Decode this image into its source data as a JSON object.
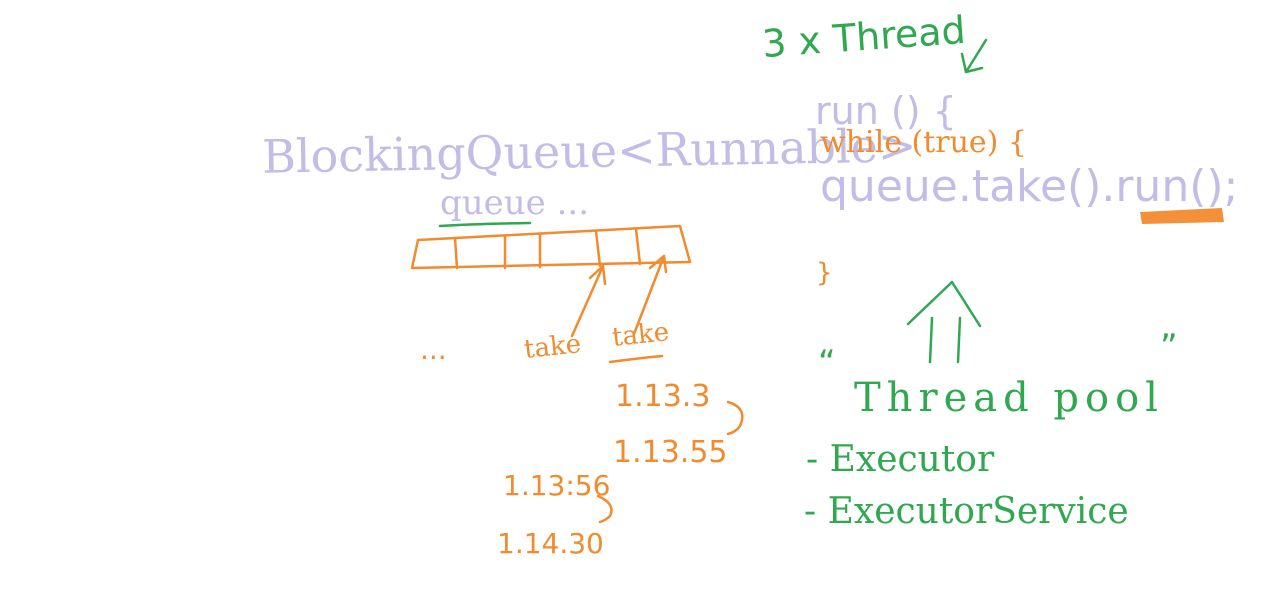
{
  "colors": {
    "lavender": "#c3bce6",
    "orange": "#f28a2e",
    "green": "#2fa84f"
  },
  "queue_decl": {
    "type_text": "BlockingQueue<Runnable>",
    "var_text": "queue ..."
  },
  "thread_code": {
    "count_label": "3 x Thread",
    "run_line": "run () {",
    "while_line": "while (true) {",
    "take_line": "queue.take().run();",
    "close_brace": "}"
  },
  "queue_labels": {
    "dots": "...",
    "take1": "take",
    "take2": "take"
  },
  "timings": {
    "t1": "1.13.3",
    "t2": "1.13.55",
    "t3": "1.13:56",
    "t4": "1.14.30"
  },
  "pool": {
    "open_quote": "“",
    "title": "Thread pool",
    "close_quote": "”",
    "item1": "- Executor",
    "item2": "- ExecutorService"
  }
}
